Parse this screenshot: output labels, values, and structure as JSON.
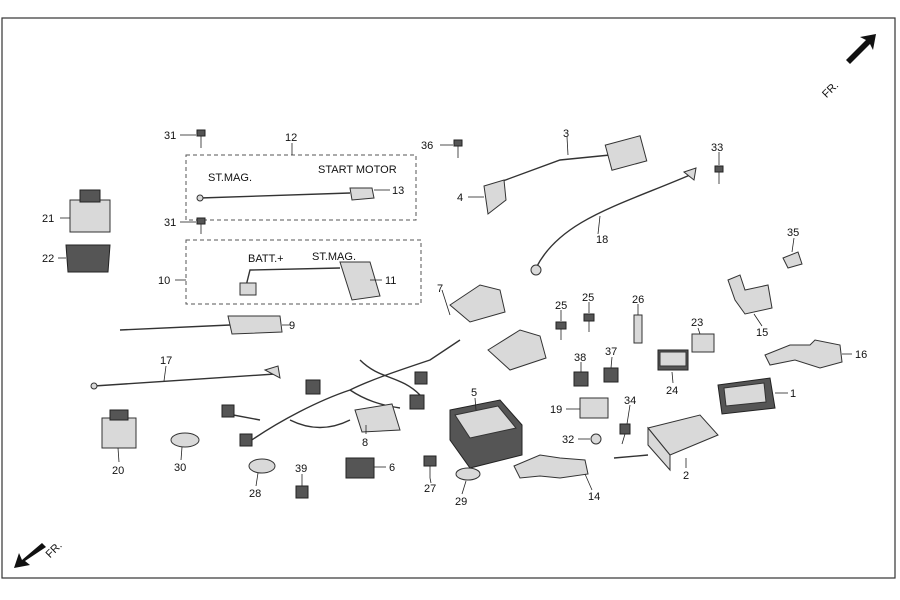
{
  "direction_labels": {
    "top_right": "FR.",
    "bottom_left": "FR."
  },
  "text_labels": {
    "st_mag_1": "ST.MAG.",
    "start_motor": "START MOTOR",
    "batt_plus": "BATT.+",
    "st_mag_2": "ST.MAG."
  },
  "callouts": [
    "1",
    "2",
    "3",
    "4",
    "5",
    "6",
    "7",
    "8",
    "9",
    "10",
    "11",
    "12",
    "13",
    "14",
    "15",
    "16",
    "17",
    "18",
    "19",
    "20",
    "21",
    "22",
    "23",
    "24",
    "25",
    "25",
    "26",
    "27",
    "28",
    "29",
    "30",
    "31",
    "31",
    "32",
    "33",
    "34",
    "35",
    "36",
    "37",
    "38",
    "39"
  ]
}
